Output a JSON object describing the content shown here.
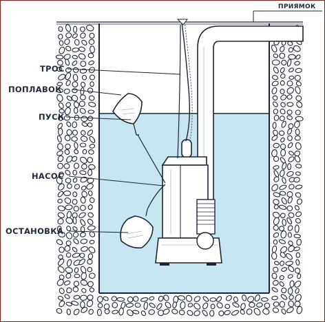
{
  "labels": {
    "pit": "ПРИЯМОК",
    "rope": "ТРОС",
    "float": "ПОПЛАВОК",
    "start": "ПУСК",
    "pump": "НАСОС",
    "stop": "ОСТАНОВКА"
  },
  "colors": {
    "water": "#c7e6f1",
    "water_edge": "#9ccfe3",
    "outline": "#1b2432",
    "stone_fill": "#ffffff",
    "label_text": "#1f2a3a",
    "frame": "#7a1f1f"
  }
}
